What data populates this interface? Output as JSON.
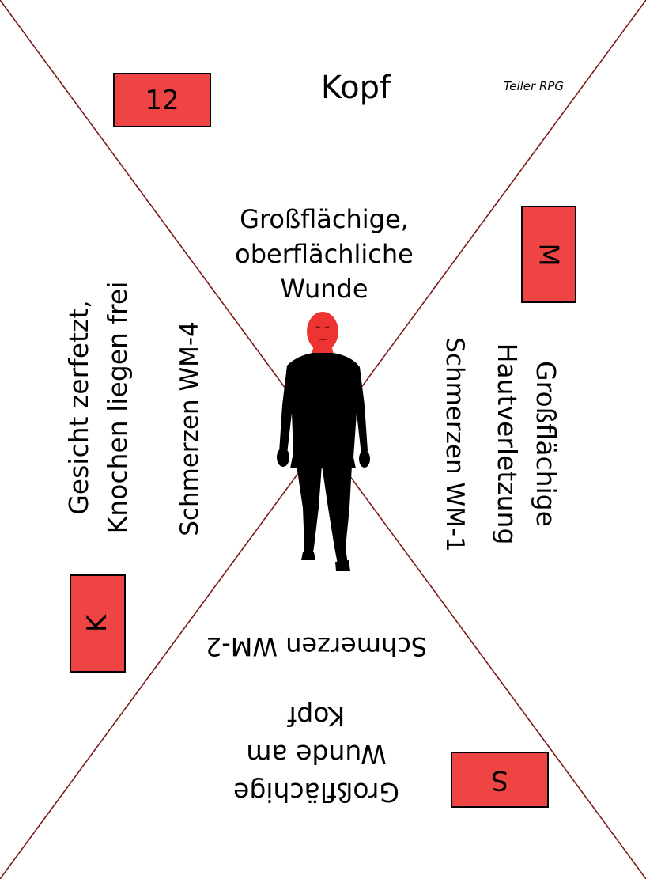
{
  "card": {
    "title": "Kopf",
    "brand": "Teller RPG",
    "number_badge": "12",
    "badge_m": "M",
    "badge_k": "K",
    "badge_s": "S",
    "top_effect_lines": [
      "Großflächige,",
      "oberflächliche",
      "Wunde"
    ],
    "left_effect_lines": [
      "Gesicht zerfetzt,",
      "Knochen liegen frei"
    ],
    "left_pain": "Schmerzen WM-4",
    "right_pain": "Schmerzen WM-1",
    "right_effect_lines": [
      "Großflächige",
      "Hautverletzung"
    ],
    "bottom_pain": "Schmerzen WM-2",
    "bottom_effect_lines": [
      "Großflächige",
      "Wunde am",
      "Kopf"
    ]
  },
  "colors": {
    "badge_fill": "#ee4444",
    "diagonal_line": "#7a1a1a",
    "head_highlight": "#ee3333",
    "figure": "#000000"
  },
  "icons": {
    "figure": "walking-person-silhouette-head-highlighted"
  }
}
